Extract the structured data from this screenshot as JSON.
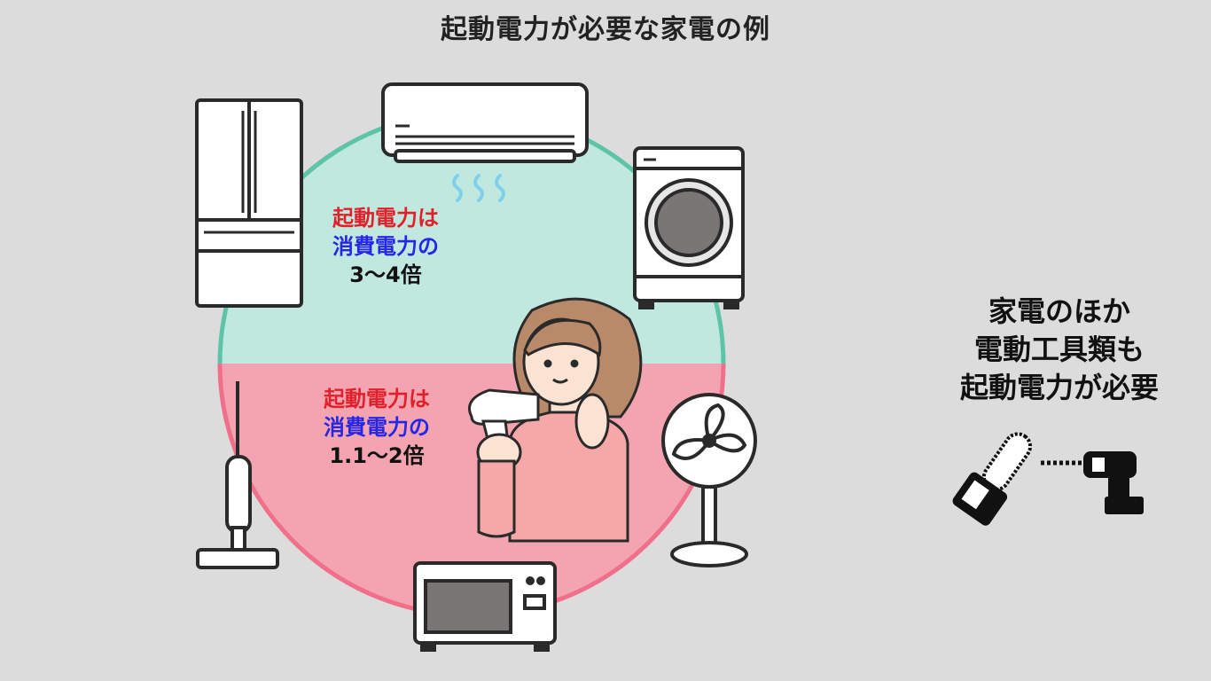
{
  "title": "起動電力が必要な家電の例",
  "upper_group": {
    "line1": "起動電力は",
    "line2": "消費電力の",
    "line3": "3〜4倍",
    "color": "#c1e8df"
  },
  "lower_group": {
    "line1": "起動電力は",
    "line2": "消費電力の",
    "line3": "1.1〜2倍",
    "color": "#f4a4b0"
  },
  "side_note": {
    "line1": "家電のほか",
    "line2": "電動工具類も",
    "line3": "起動電力が必要"
  },
  "colors": {
    "red_text": "#e0202a",
    "blue_text": "#2626e8",
    "upper_ring": "#5ec4a8",
    "lower_ring": "#f0708a"
  },
  "icons": {
    "upper": [
      "refrigerator-icon",
      "air-conditioner-icon",
      "washing-machine-icon"
    ],
    "lower": [
      "hair-dryer-woman-icon",
      "vacuum-cleaner-icon",
      "electric-fan-icon",
      "microwave-icon"
    ],
    "tools": [
      "chainsaw-icon",
      "power-drill-icon"
    ]
  }
}
